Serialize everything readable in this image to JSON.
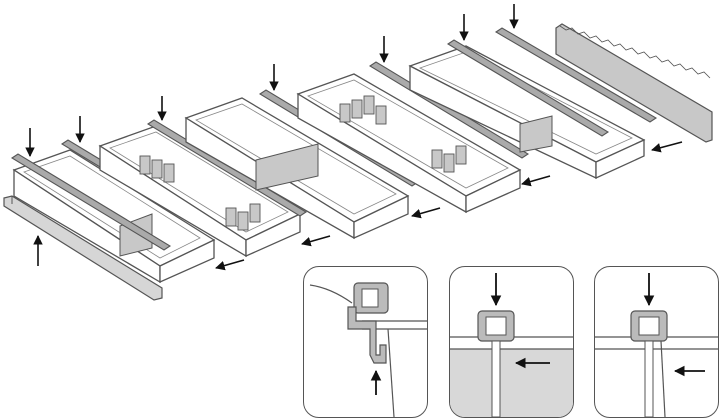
{
  "figure": {
    "description_visible_text": [],
    "colors": {
      "line": "#555555",
      "rail_fill": "#aaaaaa",
      "panel_fill": "#c8c8c8",
      "arrow": "#111111",
      "background": "#ffffff"
    },
    "drawers": [
      {
        "id": 1,
        "dividers": "single"
      },
      {
        "id": 2,
        "dividers": "multiple"
      },
      {
        "id": 3,
        "dividers": "single"
      },
      {
        "id": 4,
        "dividers": "multiple"
      },
      {
        "id": 5,
        "dividers": "single"
      }
    ],
    "details": [
      {
        "id": 1,
        "icon": "clip-profile-detail"
      },
      {
        "id": 2,
        "icon": "cap-insert-detail"
      },
      {
        "id": 3,
        "icon": "cap-insert-detail"
      }
    ]
  }
}
